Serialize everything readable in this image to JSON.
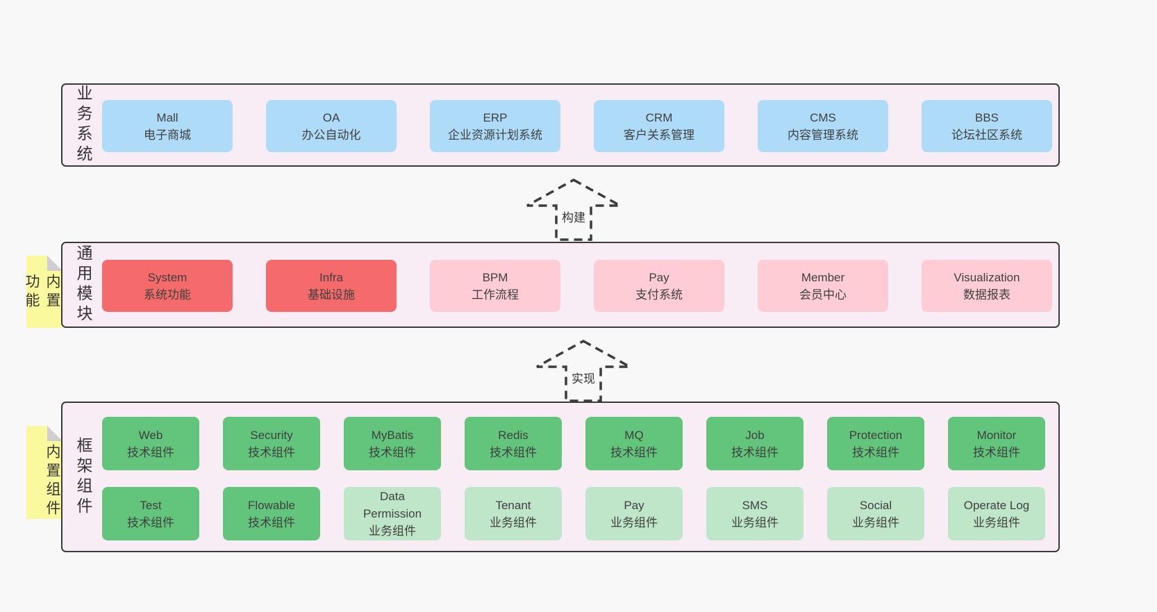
{
  "colors": {
    "page_bg": "#f8f8f8",
    "band_bg": "#f8ecf5",
    "band_border": "#3a3a3a",
    "blue_box": "#aedcf8",
    "red_box": "#f56a6a",
    "pink_box": "#fdccd5",
    "green_box": "#63c57c",
    "light_green_box": "#bfe6c8",
    "sticky_yellow": "#fbf99e",
    "sticky_fold": "#cfcfcf",
    "text": "#3b3b3b"
  },
  "arrows": [
    {
      "label": "构建"
    },
    {
      "label": "实现"
    }
  ],
  "bands": [
    {
      "label": "业务系统",
      "items": [
        {
          "name": "Mall",
          "desc": "电子商城"
        },
        {
          "name": "OA",
          "desc": "办公自动化"
        },
        {
          "name": "ERP",
          "desc": "企业资源计划系统"
        },
        {
          "name": "CRM",
          "desc": "客户关系管理"
        },
        {
          "name": "CMS",
          "desc": "内容管理系统"
        },
        {
          "name": "BBS",
          "desc": "论坛社区系统"
        }
      ]
    },
    {
      "label": "通用模块",
      "sticky": "内置功能",
      "items": [
        {
          "name": "System",
          "desc": "系统功能"
        },
        {
          "name": "Infra",
          "desc": "基础设施"
        },
        {
          "name": "BPM",
          "desc": "工作流程"
        },
        {
          "name": "Pay",
          "desc": "支付系统"
        },
        {
          "name": "Member",
          "desc": "会员中心"
        },
        {
          "name": "Visualization",
          "desc": "数据报表"
        }
      ]
    },
    {
      "label": "框架组件",
      "sticky": "内置组件",
      "rows": [
        {
          "items": [
            {
              "name": "Web",
              "desc": "技术组件"
            },
            {
              "name": "Security",
              "desc": "技术组件"
            },
            {
              "name": "MyBatis",
              "desc": "技术组件"
            },
            {
              "name": "Redis",
              "desc": "技术组件"
            },
            {
              "name": "MQ",
              "desc": "技术组件"
            },
            {
              "name": "Job",
              "desc": "技术组件"
            },
            {
              "name": "Protection",
              "desc": "技术组件"
            },
            {
              "name": "Monitor",
              "desc": "技术组件"
            }
          ]
        },
        {
          "items": [
            {
              "name": "Test",
              "desc": "技术组件"
            },
            {
              "name": "Flowable",
              "desc": "技术组件"
            },
            {
              "name": "Data Permission",
              "desc": "业务组件"
            },
            {
              "name": "Tenant",
              "desc": "业务组件"
            },
            {
              "name": "Pay",
              "desc": "业务组件"
            },
            {
              "name": "SMS",
              "desc": "业务组件"
            },
            {
              "name": "Social",
              "desc": "业务组件"
            },
            {
              "name": "Operate Log",
              "desc": "业务组件"
            }
          ]
        }
      ]
    }
  ]
}
